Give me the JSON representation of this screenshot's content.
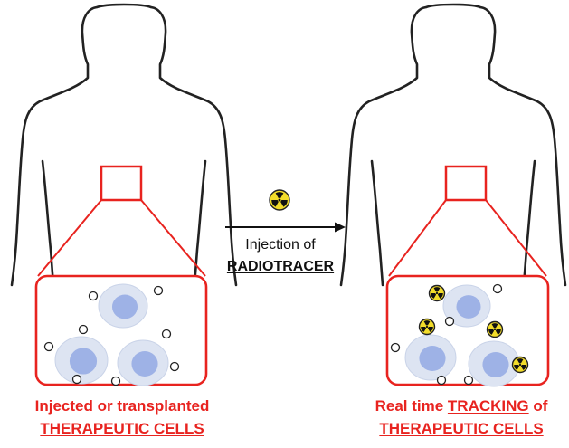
{
  "colors": {
    "accent_red": "#e8231f",
    "outline": "#222222",
    "cell_fill": "#dde4f2",
    "nucleus_fill": "#9eb2e6",
    "radiation_yellow": "#f2dc2a"
  },
  "icons": {
    "body": "human-silhouette-icon",
    "tracer": "radiation-symbol-icon",
    "cell": "cell-icon",
    "particle": "empty-particle-icon"
  },
  "arrow": {
    "line1": "Injection of",
    "line2": "RADIOTRACER"
  },
  "left_caption": {
    "line1": "Injected or transplanted",
    "line2": "THERAPEUTIC CELLS"
  },
  "right_caption": {
    "line1_prefix": "Real time ",
    "line1_emphasis": "TRACKING",
    "line1_suffix": " of",
    "line2": "THERAPEUTIC CELLS"
  }
}
